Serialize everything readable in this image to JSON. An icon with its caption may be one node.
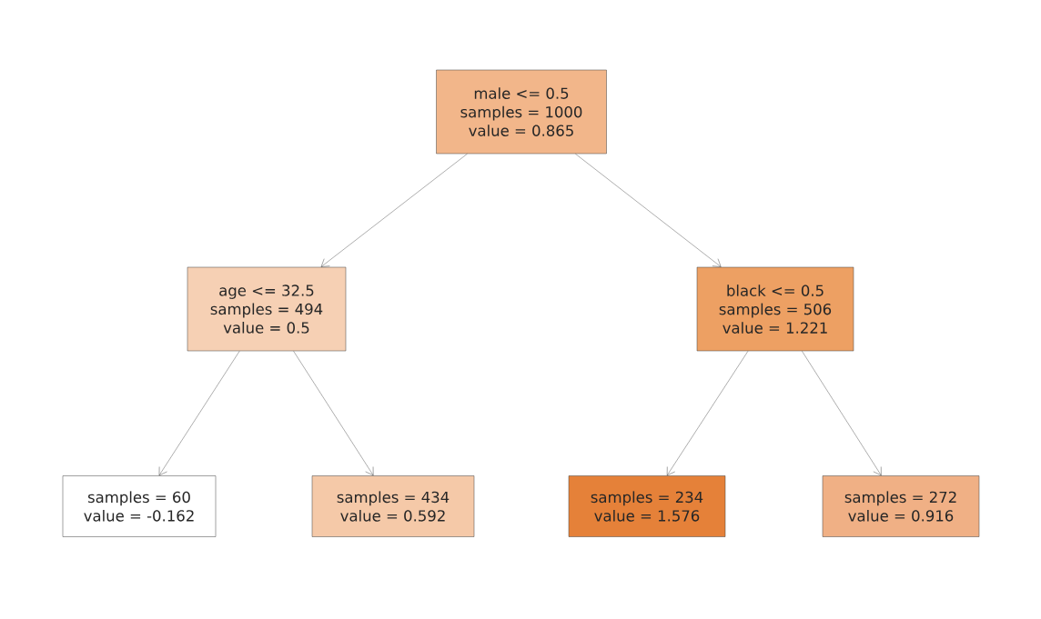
{
  "diagram": {
    "nodes": [
      {
        "text": [
          "male <= 0.5",
          "samples = 1000",
          "value = 0.865"
        ]
      },
      {
        "text": [
          "age <= 32.5",
          "samples = 494",
          "value = 0.5"
        ]
      },
      {
        "text": [
          "black <= 0.5",
          "samples = 506",
          "value = 1.221"
        ]
      },
      {
        "text": [
          "samples = 60",
          "value = -0.162"
        ]
      },
      {
        "text": [
          "samples = 434",
          "value = 0.592"
        ]
      },
      {
        "text": [
          "samples = 234",
          "value = 1.576"
        ]
      },
      {
        "text": [
          "samples = 272",
          "value = 0.916"
        ]
      }
    ],
    "edges": [
      {
        "from": 0,
        "to": 1,
        "arrow": "to"
      },
      {
        "from": 0,
        "to": 2,
        "arrow": "to"
      },
      {
        "from": 1,
        "to": 3,
        "arrow": "to"
      },
      {
        "from": 1,
        "to": 4,
        "arrow": "to"
      },
      {
        "from": 2,
        "to": 5,
        "arrow": "to"
      },
      {
        "from": 2,
        "to": 6,
        "arrow": "to"
      }
    ]
  }
}
